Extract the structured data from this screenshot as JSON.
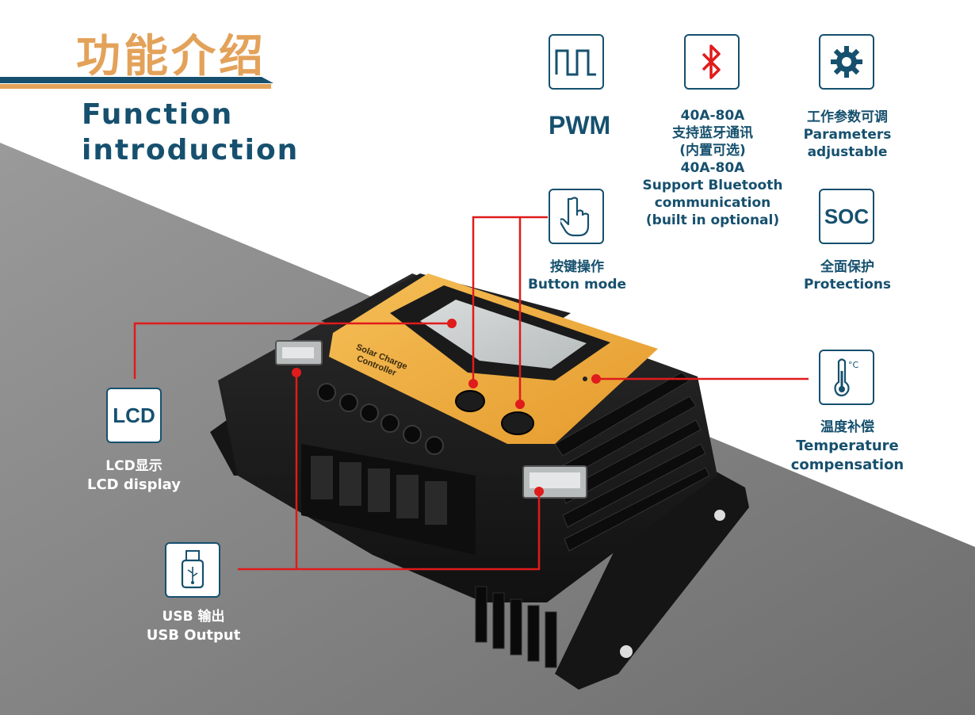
{
  "header": {
    "title_cn": "功能介绍",
    "title_en_line1": "Function",
    "title_en_line2": "introduction"
  },
  "features": {
    "pwm": {
      "icon": "square-wave-icon",
      "label": "PWM"
    },
    "bluetooth": {
      "icon": "bluetooth-icon",
      "cn_line1": "40A-80A",
      "cn_line2": "支持蓝牙通讯",
      "cn_line3": "(内置可选)",
      "en_line1": "40A-80A",
      "en_line2": "Support Bluetooth",
      "en_line3": "communication",
      "en_line4": "(built in optional)"
    },
    "parameters": {
      "icon": "gear-icon",
      "cn": "工作参数可调",
      "en_line1": "Parameters",
      "en_line2": "adjustable"
    },
    "button": {
      "icon": "hand-pointer-icon",
      "cn": "按键操作",
      "en": "Button mode"
    },
    "soc": {
      "icon_text": "SOC",
      "cn": "全面保护",
      "en": "Protections"
    },
    "temperature": {
      "icon": "thermometer-icon",
      "icon_unit": "°C",
      "cn": "温度补偿",
      "en_line1": "Temperature",
      "en_line2": "compensation"
    },
    "lcd": {
      "icon_text": "LCD",
      "cn": "LCD显示",
      "en": "LCD display"
    },
    "usb": {
      "icon": "usb-icon",
      "cn": "USB 输出",
      "en": "USB Output"
    }
  },
  "device": {
    "label_line1": "Solar Charge",
    "label_line2": "Controller"
  },
  "colors": {
    "navy": "#16506e",
    "accent_orange": "#e3a25a",
    "callout_red": "#e01b1b",
    "device_black": "#1b1b1b",
    "panel_orange": "#f0b143",
    "gray_band": "#8a8a8a"
  }
}
